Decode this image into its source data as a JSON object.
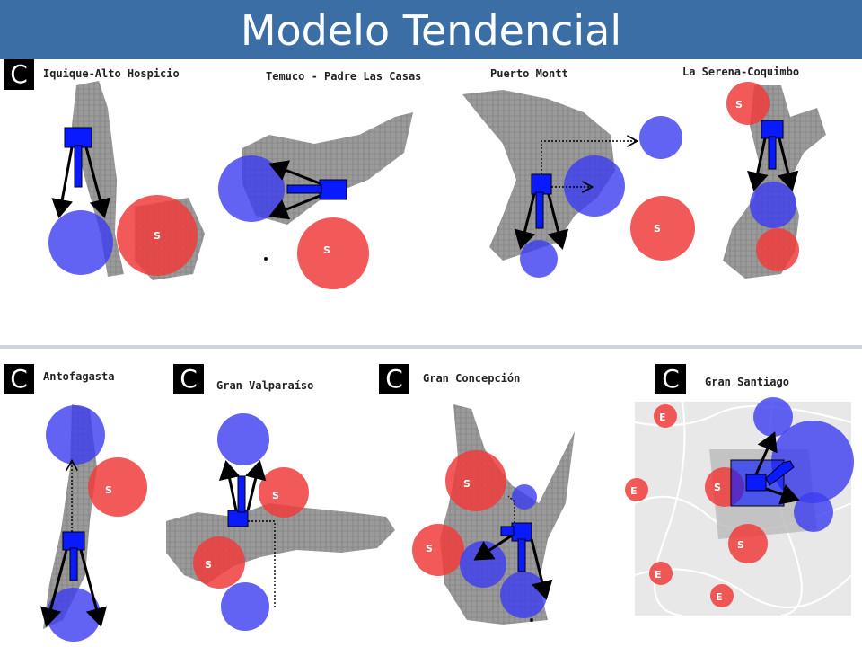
{
  "title": "Modelo Tendencial",
  "badge_letter": "C",
  "circle_labels": {
    "s": "S",
    "e": "E"
  },
  "panels": [
    {
      "id": "iquique",
      "label": "Iquique-Alto Hospicio"
    },
    {
      "id": "temuco",
      "label": "Temuco - Padre Las Casas"
    },
    {
      "id": "puerto-montt",
      "label": "Puerto Montt"
    },
    {
      "id": "la-serena",
      "label": "La Serena-Coquimbo"
    },
    {
      "id": "antofagasta",
      "label": "Antofagasta"
    },
    {
      "id": "valparaiso",
      "label": "Gran Valparaíso"
    },
    {
      "id": "concepcion",
      "label": "Gran Concepción"
    },
    {
      "id": "santiago",
      "label": "Gran Santiago"
    }
  ],
  "colors": {
    "header": "#3a6ea5",
    "red_circle": "#f03c3c",
    "blue_circle": "#3c3cf0",
    "center_block": "#0a1aff",
    "map_fill": "#8a8a8a"
  }
}
